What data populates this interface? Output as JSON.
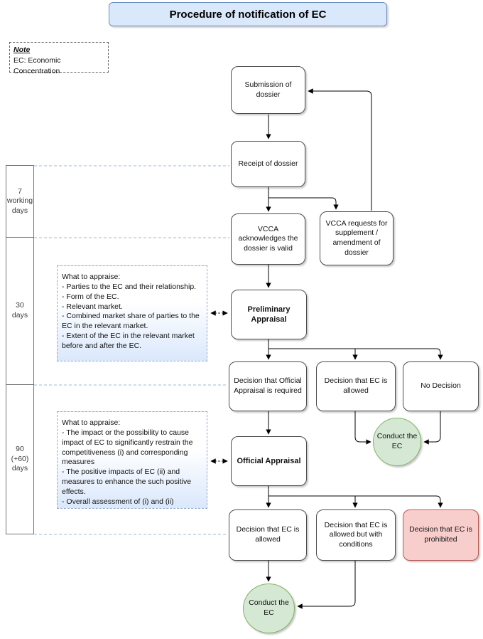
{
  "title": "Procedure of notification of EC",
  "note": {
    "heading": "Note",
    "body": "EC: Economic Concentration"
  },
  "timeline": {
    "working_days": "7 working days",
    "thirty_days": "30 days",
    "ninety_days": "90 (+60) days"
  },
  "nodes": {
    "submission": {
      "label": "Submission of dossier"
    },
    "receipt": {
      "label": "Receipt of dossier"
    },
    "acknowledge": {
      "label": "VCCA acknowledges the dossier is valid"
    },
    "request_supplement": {
      "label": "VCCA requests for supplement / amendment of dossier"
    },
    "preliminary": {
      "label": "Preliminary Appraisal"
    },
    "decision_official_required": {
      "label": "Decision that Official Appraisal is required"
    },
    "decision_allowed_1": {
      "label": "Decision that EC is allowed"
    },
    "no_decision": {
      "label": "No Decision"
    },
    "conduct_1": {
      "label": "Conduct the EC"
    },
    "official": {
      "label": "Official Appraisal"
    },
    "decision_allowed_2": {
      "label": "Decision that EC is allowed"
    },
    "decision_conditions": {
      "label": "Decision that EC is allowed but with conditions"
    },
    "decision_prohibited": {
      "label": "Decision that EC is prohibited"
    },
    "conduct_2": {
      "label": "Conduct the EC"
    }
  },
  "appraise_notes": {
    "preliminary": "What to appraise:\n- Parties to the EC and their relationship.\n- Form of the EC.\n- Relevant market.\n- Combined market share of parties to the EC in the relevant market.\n- Extent of the EC in the relevant market before and after the EC.",
    "official": "What to appraise:\n- The impact or the possibility to cause impact of EC to significantly restrain the competitiveness (i) and corresponding measures\n- The positive impacts of EC (ii) and measures to enhance the such positive effects.\n- Overall assessment of (i) and (ii)"
  },
  "colors": {
    "title_fill": "#dae8fc",
    "title_border": "#6c8ebf",
    "conduct_fill": "#d5e8d4",
    "conduct_border": "#82b366",
    "prohibited_fill": "#f8cecc",
    "prohibited_border": "#b85450",
    "appraise_fill_bottom": "#dae8fc",
    "appraise_border": "#8ea7cf",
    "timeline_guide": "#9fb8dd"
  }
}
